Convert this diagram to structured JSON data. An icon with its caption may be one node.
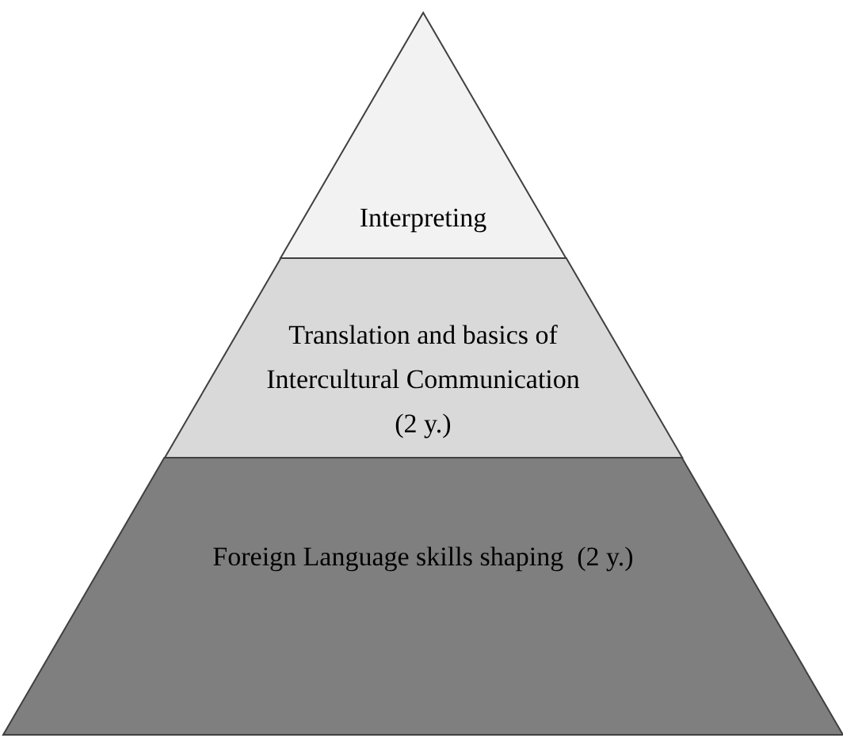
{
  "diagram": {
    "nodes": [
      {
        "text": [
          "Interpreting"
        ]
      },
      {
        "text": [
          "Translation and basics of Intercultural Communication (2 y.)"
        ]
      },
      {
        "text": [
          "Foreign Language skills shaping  (2 y.)"
        ]
      }
    ]
  }
}
